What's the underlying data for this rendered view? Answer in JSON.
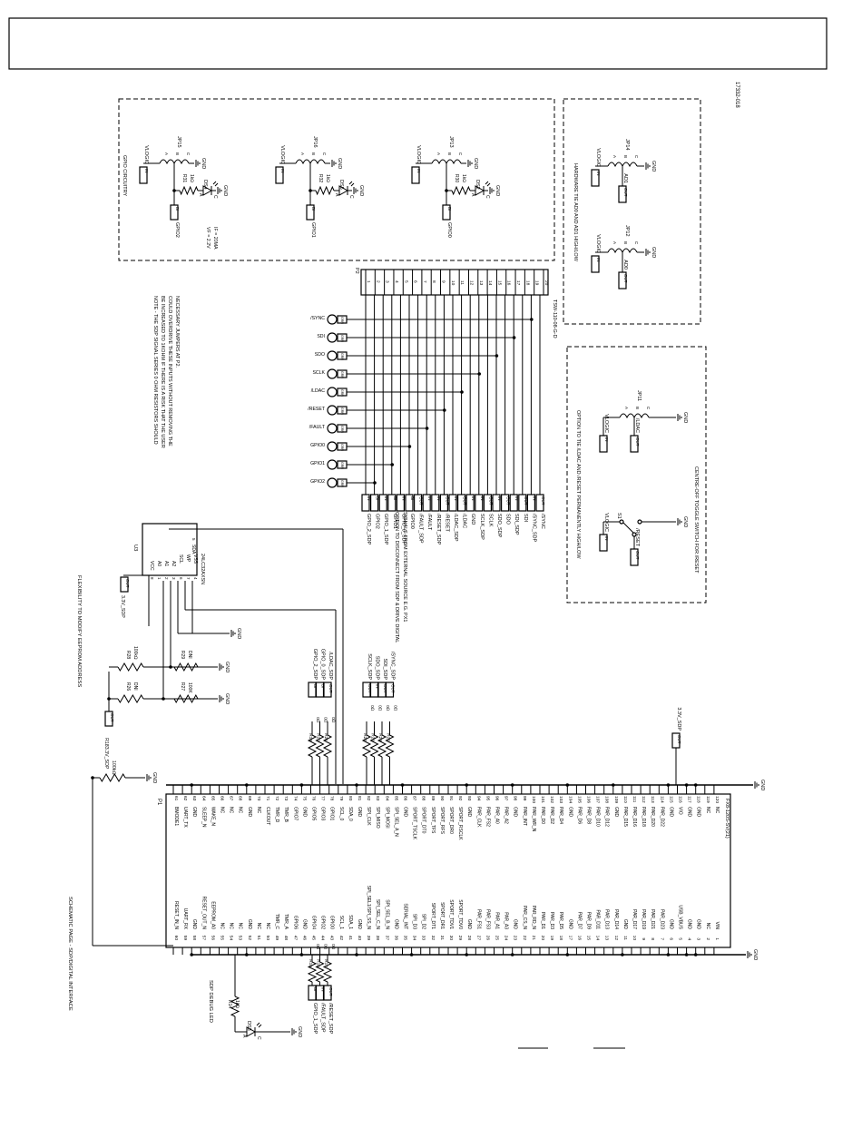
{
  "header": {
    "doc_id": "17332-018"
  },
  "title_box": {
    "text": ""
  },
  "sections": {
    "schematic_title": "SCHEMATIC PAGE - SDP/DIGITAL INTERFACE",
    "sdp_led": "SDP DEBUG LED",
    "eeprom_note": "FLEXIBILITY TO MODIFY EEPROM ADDRESS",
    "gpio": "GPIO CIRCUITRY",
    "hw_tie": "HARDWARE TIE AD0 AND AD1 HIGH/LOW",
    "option_tie": "OPTION TO TIE /LDAC AND /RESET PERMANENTLY HIGH/LOW",
    "centre_off": "CENTRE-OFF TOGGLE SWITCH FOR /RESET",
    "option_disconnect_1": "OPTION TO DISCONNECT FROM SDP & DRIVE DIGITAL",
    "option_disconnect_2": "SIGNALS FROM EXTERNAL SOURCE E.G. PX1",
    "note_1": "NOTE - THE SDP SIGNAL SERIES 0 OHM RESISTORS SHOULD",
    "note_2": "BE INCREASED TO 1KOHM IF THERE IS A RISK THAT THE USER",
    "note_3": "COULD OVERDRIVE THESE INPUTS WITHOUT REMOVING THE",
    "note_4": "NECESSARY JUMPERS AT P2."
  },
  "p1": {
    "ref": "P1",
    "part": "FX8-120S-SV(21)",
    "left_pins": [
      {
        "num": "60",
        "name": "RESET_IN_N"
      },
      {
        "num": "59",
        "name": "UART_RX"
      },
      {
        "num": "58",
        "name": "GND"
      },
      {
        "num": "57",
        "name": "RESET_OUT_N"
      },
      {
        "num": "56",
        "name": "EEPROM_A0"
      },
      {
        "num": "55",
        "name": "NC"
      },
      {
        "num": "54",
        "name": "NC"
      },
      {
        "num": "53",
        "name": "NC"
      },
      {
        "num": "52",
        "name": "GND"
      },
      {
        "num": "51",
        "name": "NC"
      },
      {
        "num": "50",
        "name": "NC"
      },
      {
        "num": "49",
        "name": "TMR_C"
      },
      {
        "num": "48",
        "name": "TMR_A"
      },
      {
        "num": "47",
        "name": "GPIO6"
      },
      {
        "num": "46",
        "name": "GND"
      },
      {
        "num": "45",
        "name": "GPIO4"
      },
      {
        "num": "44",
        "name": "GPIO2"
      },
      {
        "num": "43",
        "name": "GPIO0"
      },
      {
        "num": "42",
        "name": "SCL_1"
      },
      {
        "num": "41",
        "name": "SDA_1"
      },
      {
        "num": "40",
        "name": "GND"
      },
      {
        "num": "39",
        "name": "SPI_SEL1/SPI_SS_N"
      },
      {
        "num": "38",
        "name": "SPI_SEL_C_N"
      },
      {
        "num": "37",
        "name": "SPI_SEL_B_N"
      },
      {
        "num": "36",
        "name": "GND"
      },
      {
        "num": "35",
        "name": "SERIAL_INT"
      },
      {
        "num": "34",
        "name": "SPI_D3"
      },
      {
        "num": "33",
        "name": "SPI_D2"
      },
      {
        "num": "32",
        "name": "SPORT_DT1"
      },
      {
        "num": "31",
        "name": "SPORT_DR1"
      },
      {
        "num": "30",
        "name": "SPORT_TDV1"
      },
      {
        "num": "29",
        "name": "SPORT_TDV0"
      },
      {
        "num": "28",
        "name": "GND"
      },
      {
        "num": "27",
        "name": "PAR_FS1"
      },
      {
        "num": "26",
        "name": "PAR_FS3"
      },
      {
        "num": "25",
        "name": "PAR_A1"
      },
      {
        "num": "24",
        "name": "PAR_A3"
      },
      {
        "num": "23",
        "name": "GND"
      },
      {
        "num": "22",
        "name": "PAR_CS_N"
      },
      {
        "num": "21",
        "name": "PAR_RD_N"
      },
      {
        "num": "20",
        "name": "PAR_D1"
      },
      {
        "num": "19",
        "name": "PAR_D3"
      },
      {
        "num": "18",
        "name": "PAR_D5"
      },
      {
        "num": "17",
        "name": "GND"
      },
      {
        "num": "16",
        "name": "PAR_D7"
      },
      {
        "num": "15",
        "name": "PAR_D9"
      },
      {
        "num": "14",
        "name": "PAR_D11"
      },
      {
        "num": "13",
        "name": "PAR_D13"
      },
      {
        "num": "12",
        "name": "PAR_D14"
      },
      {
        "num": "11",
        "name": "GND"
      },
      {
        "num": "10",
        "name": "PAR_D17"
      },
      {
        "num": "9",
        "name": "PAR_D19"
      },
      {
        "num": "8",
        "name": "PAR_D21"
      },
      {
        "num": "7",
        "name": "PAR_D23"
      },
      {
        "num": "6",
        "name": "GND"
      },
      {
        "num": "5",
        "name": "USB_VBUS"
      },
      {
        "num": "4",
        "name": "GND"
      },
      {
        "num": "3",
        "name": "GND"
      },
      {
        "num": "2",
        "name": "NC"
      },
      {
        "num": "1",
        "name": "VIN"
      }
    ],
    "right_pins": [
      {
        "num": "61",
        "name": "BMODE1"
      },
      {
        "num": "62",
        "name": "UART_TX"
      },
      {
        "num": "63",
        "name": "GND"
      },
      {
        "num": "64",
        "name": "SLEEP_N"
      },
      {
        "num": "65",
        "name": "WAKE_N"
      },
      {
        "num": "66",
        "name": "NC"
      },
      {
        "num": "67",
        "name": "NC"
      },
      {
        "num": "68",
        "name": "NC"
      },
      {
        "num": "69",
        "name": "GND"
      },
      {
        "num": "70",
        "name": "NC"
      },
      {
        "num": "71",
        "name": "CLKOUT"
      },
      {
        "num": "72",
        "name": "TMR_D"
      },
      {
        "num": "73",
        "name": "TMR_B"
      },
      {
        "num": "74",
        "name": "GPIO7"
      },
      {
        "num": "75",
        "name": "GND"
      },
      {
        "num": "76",
        "name": "GPIO5"
      },
      {
        "num": "77",
        "name": "GPIO3"
      },
      {
        "num": "78",
        "name": "GPIO1"
      },
      {
        "num": "79",
        "name": "SCL_0"
      },
      {
        "num": "80",
        "name": "SDA_0"
      },
      {
        "num": "81",
        "name": "GND"
      },
      {
        "num": "82",
        "name": "SPI_CLK"
      },
      {
        "num": "83",
        "name": "SPI_MISO"
      },
      {
        "num": "84",
        "name": "SPI_MOSI"
      },
      {
        "num": "85",
        "name": "SPI_SEL_A_N"
      },
      {
        "num": "86",
        "name": "GND"
      },
      {
        "num": "87",
        "name": "SPORT_TSCLK"
      },
      {
        "num": "88",
        "name": "SPORT_DT0"
      },
      {
        "num": "89",
        "name": "SPORT_TFS"
      },
      {
        "num": "90",
        "name": "SPORT_RFS"
      },
      {
        "num": "91",
        "name": "SPORT_DR0"
      },
      {
        "num": "92",
        "name": "SPORT_RSCLK"
      },
      {
        "num": "93",
        "name": "GND"
      },
      {
        "num": "94",
        "name": "PAR_CLK"
      },
      {
        "num": "95",
        "name": "PAR_FS2"
      },
      {
        "num": "96",
        "name": "PAR_A0"
      },
      {
        "num": "97",
        "name": "PAR_A2"
      },
      {
        "num": "98",
        "name": "GND"
      },
      {
        "num": "99",
        "name": "PAR_INT"
      },
      {
        "num": "100",
        "name": "PAR_WR_N"
      },
      {
        "num": "101",
        "name": "PAR_D0"
      },
      {
        "num": "102",
        "name": "PAR_D2"
      },
      {
        "num": "103",
        "name": "PAR_D4"
      },
      {
        "num": "104",
        "name": "GND"
      },
      {
        "num": "105",
        "name": "PAR_D6"
      },
      {
        "num": "106",
        "name": "PAR_D8"
      },
      {
        "num": "107",
        "name": "PAR_D10"
      },
      {
        "num": "108",
        "name": "PAR_D12"
      },
      {
        "num": "109",
        "name": "GND"
      },
      {
        "num": "110",
        "name": "PAR_D15"
      },
      {
        "num": "111",
        "name": "PAR_D16"
      },
      {
        "num": "112",
        "name": "PAR_D18"
      },
      {
        "num": "113",
        "name": "PAR_D20"
      },
      {
        "num": "114",
        "name": "PAR_D22"
      },
      {
        "num": "115",
        "name": "GND"
      },
      {
        "num": "116",
        "name": "VIO"
      },
      {
        "num": "117",
        "name": "GND"
      },
      {
        "num": "118",
        "name": "GND"
      },
      {
        "num": "119",
        "name": "NC"
      },
      {
        "num": "120",
        "name": "NC"
      }
    ]
  },
  "p2": {
    "ref": "P2",
    "part": "TSW-110-08-G-D",
    "pins": [
      "1",
      "2",
      "3",
      "4",
      "5",
      "6",
      "7",
      "8",
      "9",
      "10",
      "11",
      "12",
      "13",
      "14",
      "15",
      "16",
      "17",
      "18",
      "19",
      "20"
    ],
    "ports": [
      {
        "tag": "IN",
        "label": "GPIO_2_SDP"
      },
      {
        "tag": "BI",
        "label": "GPIO2"
      },
      {
        "tag": "IN",
        "label": "GPIO_1_SDP"
      },
      {
        "tag": "BI",
        "label": "GPIO1"
      },
      {
        "tag": "IN",
        "label": "GPIO_0_SDP"
      },
      {
        "tag": "BI",
        "label": "GPIO0"
      },
      {
        "tag": "OUT",
        "label": "/FAULT_SDP"
      },
      {
        "tag": "IN",
        "label": "/FAULT"
      },
      {
        "tag": "IN",
        "label": "/RESET_SDP"
      },
      {
        "tag": "OUT",
        "label": "/RESET"
      },
      {
        "tag": "IN",
        "label": "/LDAC_SDP"
      },
      {
        "tag": "OUT",
        "label": "/LDAC"
      },
      {
        "tag": "IN",
        "label": "GND"
      },
      {
        "tag": "IN",
        "label": "SCLK_SDP"
      },
      {
        "tag": "OUT",
        "label": "SCLK"
      },
      {
        "tag": "IN",
        "label": "SDO_SDP"
      },
      {
        "tag": "OUT",
        "label": "SDO"
      },
      {
        "tag": "IN",
        "label": "SDI_SDP"
      },
      {
        "tag": "OUT",
        "label": "SDI"
      },
      {
        "tag": "IN",
        "label": "/SYNC_SDP"
      },
      {
        "tag": "OUT",
        "label": "/SYNC"
      }
    ],
    "testpoints": [
      "GPIO2",
      "GPIO1",
      "GPIO0",
      "/FAULT",
      "/RESET",
      "/LDAC",
      "SCLK",
      "SDO",
      "SDI",
      "/SYNC"
    ],
    "tp_tag": "GRN"
  },
  "u3": {
    "ref": "U3",
    "part": "24LC32AXSN",
    "pins": [
      {
        "num": "8",
        "name": "VCC"
      },
      {
        "num": "1",
        "name": "A0"
      },
      {
        "num": "2",
        "name": "A1"
      },
      {
        "num": "3",
        "name": "A2"
      },
      {
        "num": "6",
        "name": "SCL"
      },
      {
        "num": "7",
        "name": "WP"
      },
      {
        "num": "4",
        "name": "VSS"
      },
      {
        "num": "5",
        "name": "SDA"
      }
    ]
  },
  "net_labels": {
    "gnd": "GND",
    "supply_3v3": "3.3V_SDP",
    "vlogic": "VLOGIC",
    "zero_ohm": "0Ω",
    "one_k": "1kΩ",
    "hundred_k": "100kΩ",
    "dni": "DNI",
    "vf": "VF = 2.2V",
    "if": "IF = 20MA"
  },
  "resistors": {
    "R18": {
      "ref": "R18",
      "value": "100kΩ",
      "net": "3.3V_SDP"
    },
    "R26": {
      "ref": "R26",
      "value": "DNI"
    },
    "R27": {
      "ref": "R27",
      "value": "100K"
    },
    "R28": {
      "ref": "R28",
      "value": "100kΩ"
    },
    "R29": {
      "ref": "R29",
      "value": "DNI"
    },
    "R14": {
      "ref": "R14",
      "value": "1kΩ"
    },
    "R30": {
      "ref": "R30",
      "value": "1kΩ"
    },
    "R31": {
      "ref": "R31",
      "value": "1kΩ"
    },
    "R32": {
      "ref": "R32",
      "value": "1kΩ"
    },
    "series_a": [
      "R19",
      "R20",
      "R21"
    ],
    "series_b": [
      "R22",
      "R23",
      "R24",
      "R25"
    ],
    "series_c": [
      "R15",
      "R16",
      "R17"
    ]
  },
  "sdp_ports_a": [
    {
      "tag": "BI",
      "label": "GPIO_2_SDP"
    },
    {
      "tag": "BI",
      "label": "GPIO_0_SDP"
    },
    {
      "tag": "OUT",
      "label": "/LDAC_SDP"
    }
  ],
  "sdp_ports_b": [
    {
      "tag": "OUT",
      "label": "SCLK_SDP"
    },
    {
      "tag": "IN",
      "label": "SDO_SDP"
    },
    {
      "tag": "OUT",
      "label": "SDI_SDP"
    },
    {
      "tag": "OUT",
      "label": "/SYNC_SDP"
    }
  ],
  "sdp_ports_c": [
    {
      "tag": "BI",
      "label": "GPIO_1_SDP"
    },
    {
      "tag": "IN",
      "label": "/FAULT_SDP"
    },
    {
      "tag": "OUT",
      "label": "/RESET_SDP"
    }
  ],
  "vio_port": {
    "tag": "OUT",
    "label": "3.3V_SDP"
  },
  "leds": {
    "DS2": "DS2",
    "DS3": "DS3",
    "DS4": "DS4",
    "DS5": "DS5"
  },
  "jumpers": {
    "JP11": {
      "ref": "JP11",
      "port_tag": "OUT",
      "port_label": "/LDAC"
    },
    "JP12": {
      "ref": "JP12",
      "port_tag": "OUT",
      "port_label": "AD0"
    },
    "JP13": {
      "ref": "JP13",
      "port_tag": "BI",
      "port_label": "GPIO0"
    },
    "JP14": {
      "ref": "JP14",
      "port_tag": "OUT",
      "port_label": "AD1"
    },
    "JP15": {
      "ref": "JP15",
      "port_tag": "BI",
      "port_label": "GPIO2"
    },
    "JP16": {
      "ref": "JP16",
      "port_tag": "BI",
      "port_label": "GPIO1"
    }
  },
  "switch": {
    "ref": "S1",
    "port_tag": "OUT",
    "port_label": "/RESET"
  },
  "pin_letters": {
    "a": "A",
    "b": "B",
    "c": "C"
  }
}
